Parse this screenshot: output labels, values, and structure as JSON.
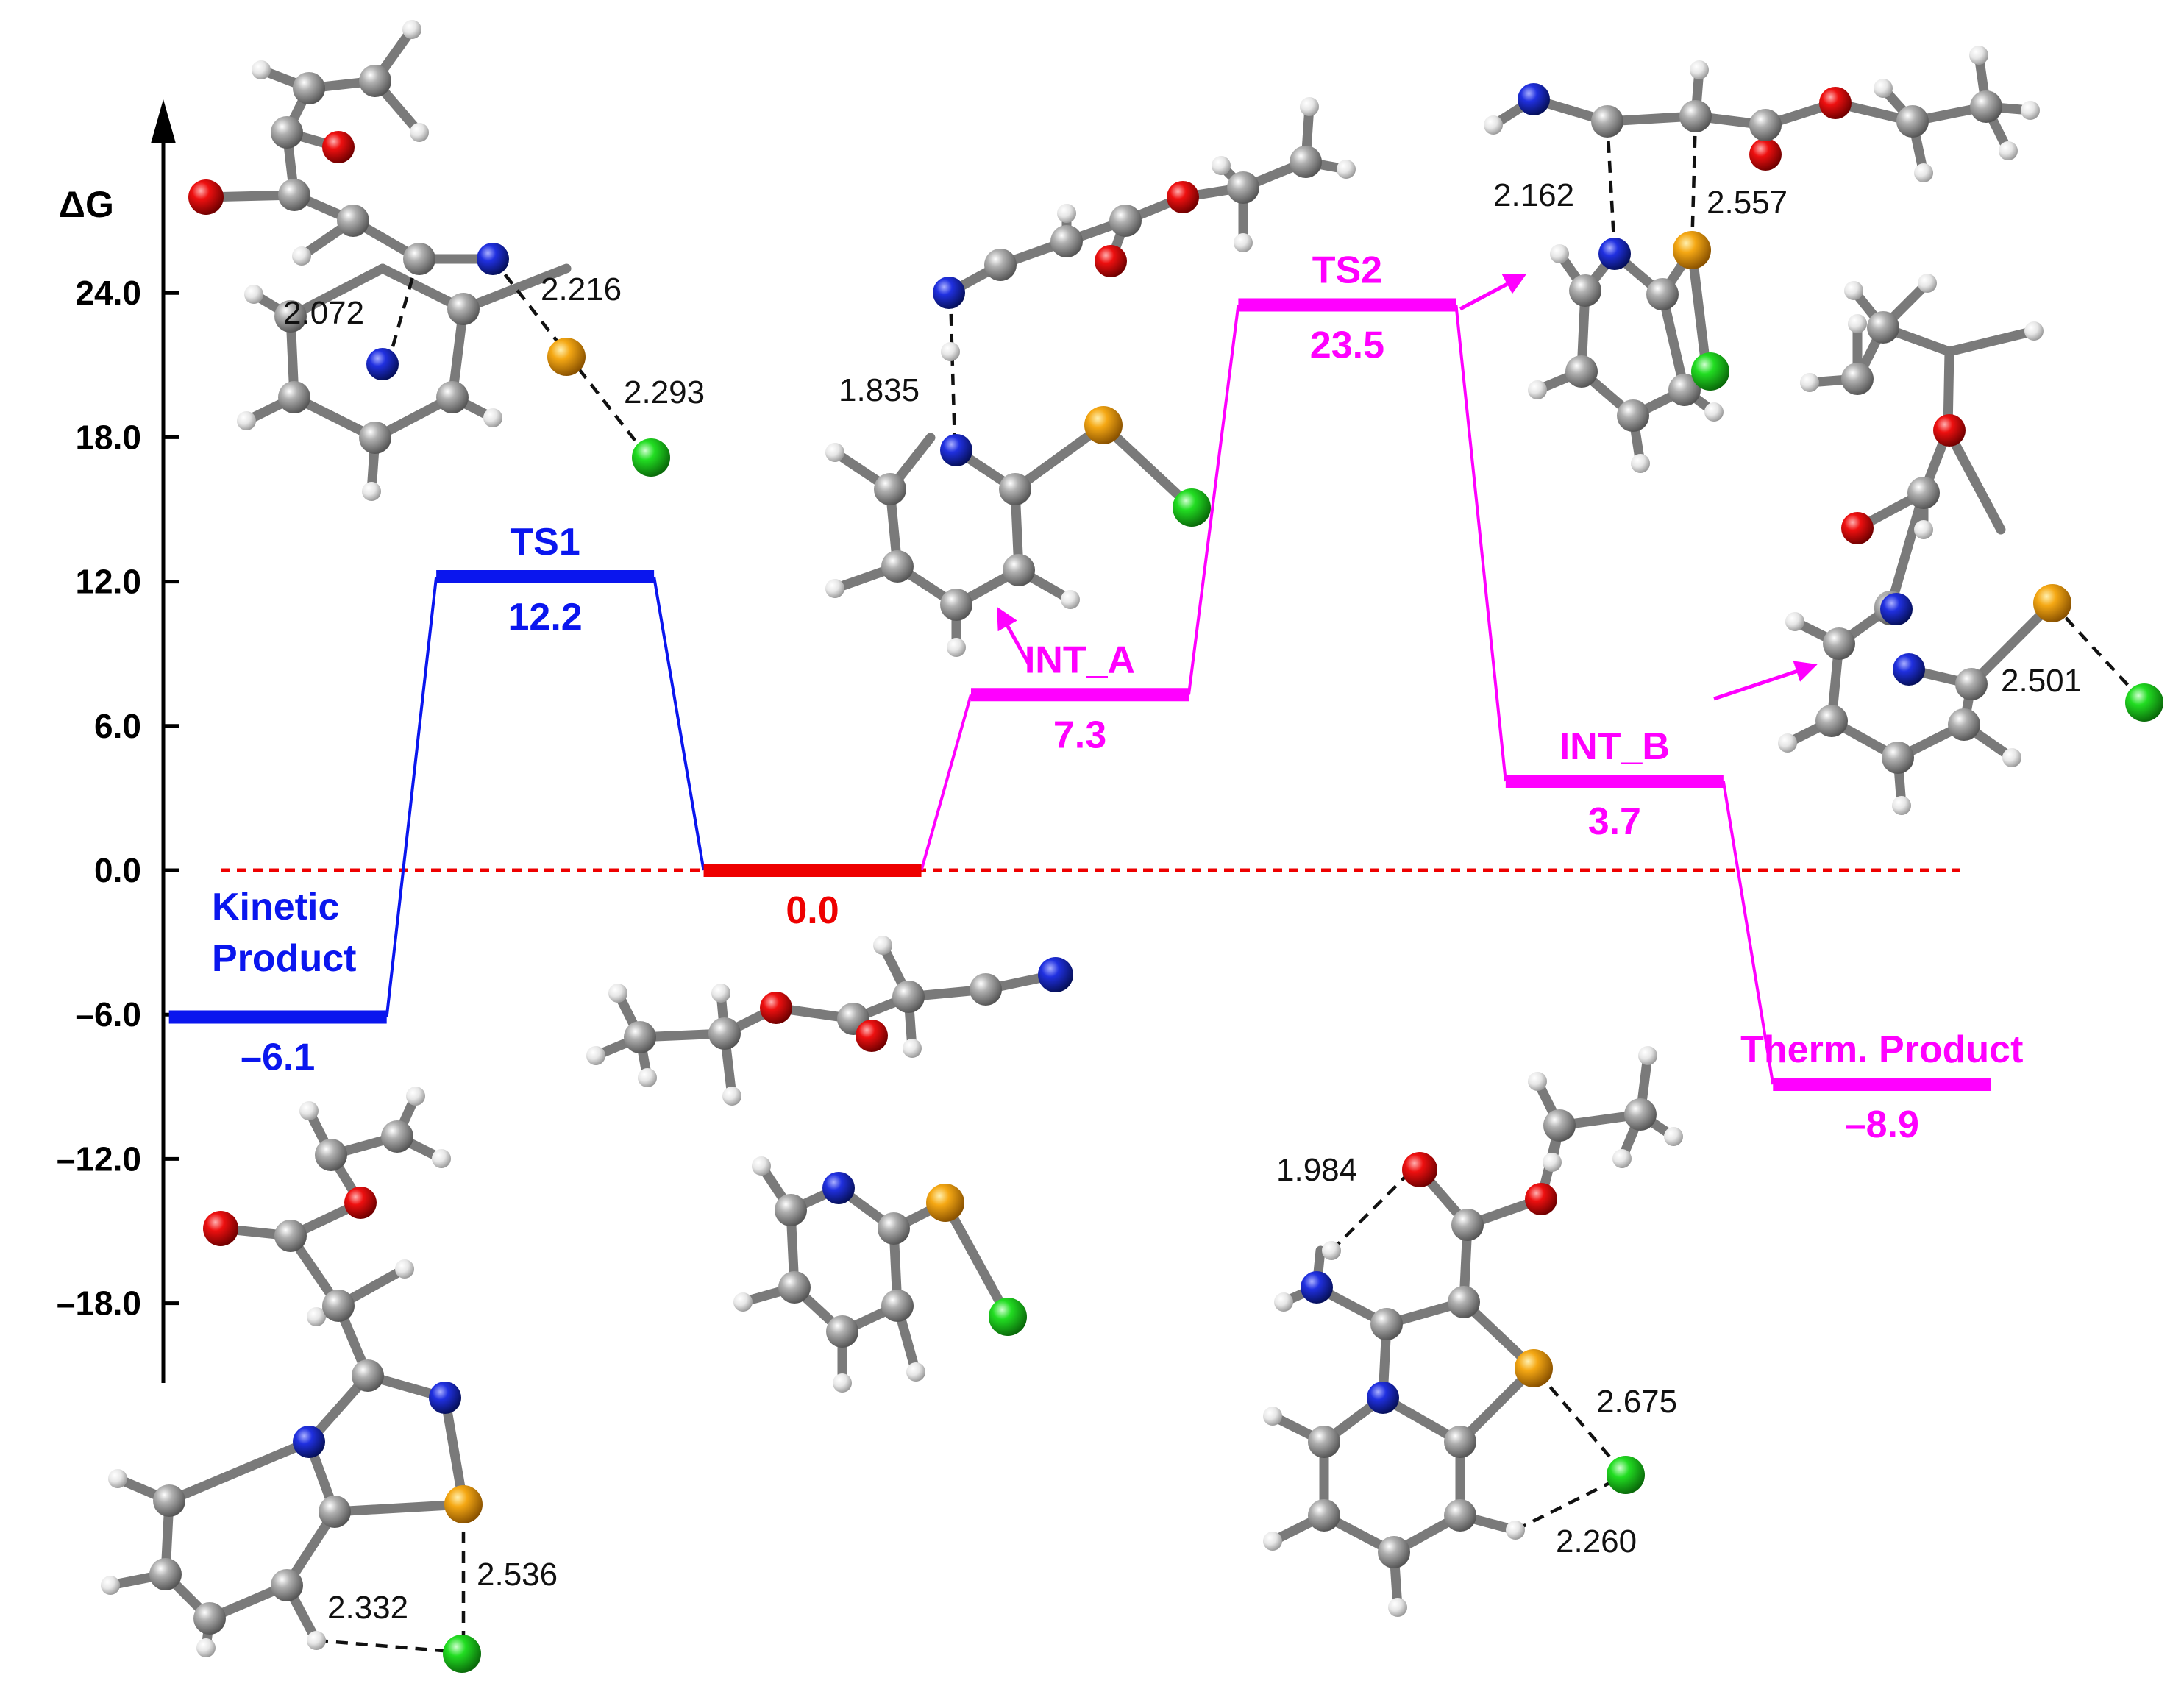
{
  "chart_data": {
    "type": "energy-profile",
    "ylabel": "ΔG",
    "yticks": [
      "24.0",
      "18.0",
      "12.0",
      "6.0",
      "0.0",
      "–6.0",
      "–12.0",
      "–18.0"
    ],
    "ytick_values": [
      24,
      18,
      12,
      6,
      0,
      -6,
      -12,
      -18
    ],
    "ylim": [
      -21,
      32
    ],
    "x_positions": [
      1,
      2,
      3,
      4,
      5,
      6,
      7
    ],
    "xlim": [
      0.8,
      7.5
    ],
    "reference_line": {
      "y": 0,
      "color": "#ee0000",
      "style": "dashed"
    },
    "levels": [
      {
        "name": "Kinetic\nProduct",
        "label": "–6.1",
        "value": -6.1,
        "color": "#0a16ee",
        "pos": 1
      },
      {
        "name": "TS1",
        "label": "12.2",
        "value": 12.2,
        "color": "#0a16ee",
        "pos": 2
      },
      {
        "name": "",
        "label": "0.0",
        "value": 0.0,
        "color": "#ee0000",
        "pos": 3
      },
      {
        "name": "INT_A",
        "label": "7.3",
        "value": 7.3,
        "color": "#ff00ff",
        "pos": 4
      },
      {
        "name": "TS2",
        "label": "23.5",
        "value": 23.5,
        "color": "#ff00ff",
        "pos": 5
      },
      {
        "name": "INT_B",
        "label": "3.7",
        "value": 3.7,
        "color": "#ff00ff",
        "pos": 6
      },
      {
        "name": "Therm. Product",
        "label": "–8.9",
        "value": -8.9,
        "color": "#ff00ff",
        "pos": 7
      }
    ],
    "connectors": [
      {
        "from": 0,
        "to": 1,
        "color": "#0a16ee"
      },
      {
        "from": 1,
        "to": 2,
        "color": "#0a16ee"
      },
      {
        "from": 2,
        "to": 3,
        "color": "#ff00ff"
      },
      {
        "from": 3,
        "to": 4,
        "color": "#ff00ff"
      },
      {
        "from": 4,
        "to": 5,
        "color": "#ff00ff"
      },
      {
        "from": 5,
        "to": 6,
        "color": "#ff00ff"
      }
    ]
  },
  "distances": {
    "ts1_a": "2.072",
    "ts1_b": "2.216",
    "ts1_c": "2.293",
    "inta_a": "1.835",
    "ts2_a": "2.162",
    "ts2_b": "2.557",
    "intb_a": "2.501",
    "kin_a": "2.332",
    "kin_b": "2.536",
    "therm_a": "1.984",
    "therm_b": "2.675",
    "therm_c": "2.260"
  },
  "atom_colors": {
    "C": "#8c8c8c",
    "H": "#dcdcdc",
    "N": "#1420c8",
    "O": "#e00000",
    "S": "#f0a010",
    "Cl": "#22cc22"
  },
  "arrow_color": "#ff00ff"
}
